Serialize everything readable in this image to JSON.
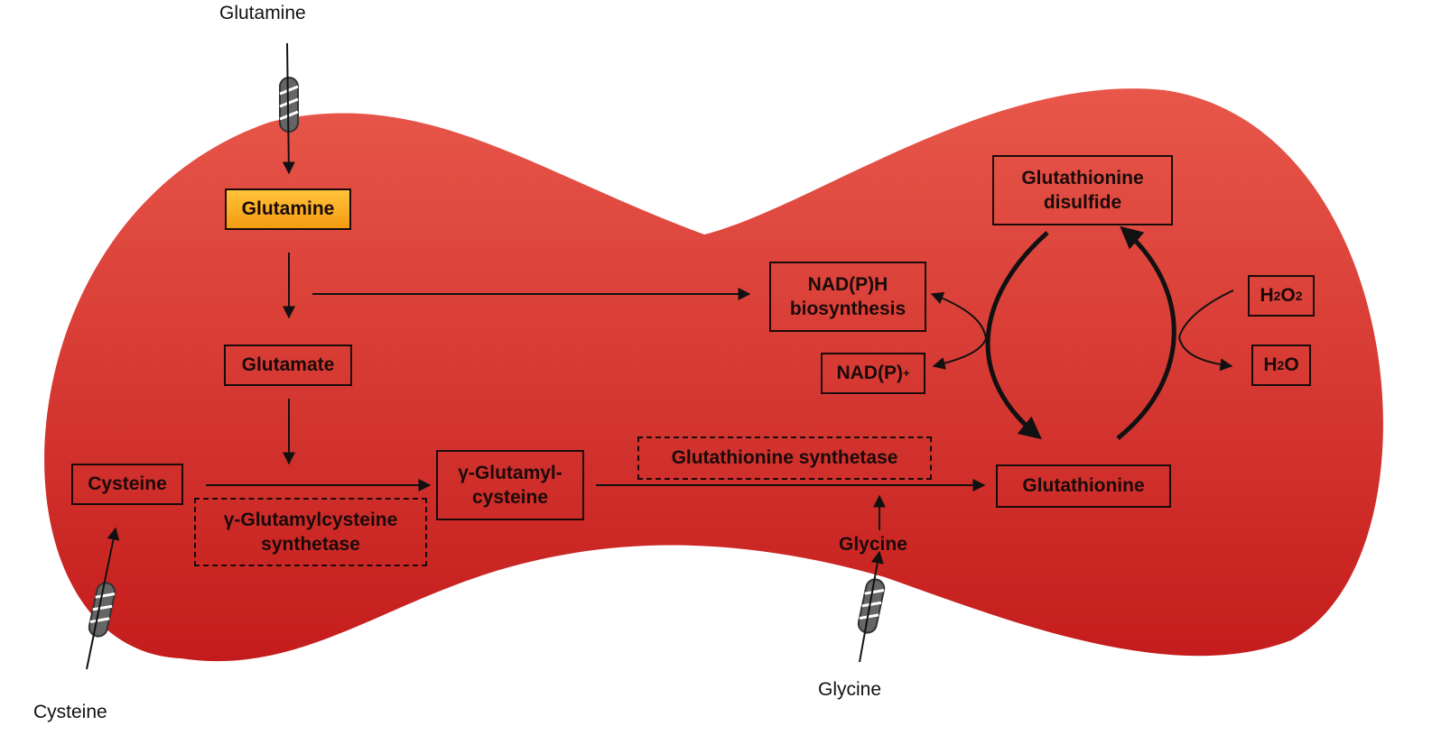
{
  "outside_labels": {
    "glutamine": "Glutamine",
    "cysteine": "Cysteine",
    "glycine": "Glycine"
  },
  "nodes": {
    "glutamine": "Glutamine",
    "glutamate": "Glutamate",
    "cysteine": "Cysteine",
    "gamma_glutamylcysteine_synthetase": "γ-Glutamylcysteine\nsynthetase",
    "gamma_glutamylcysteine": "γ-Glutamyl-\ncysteine",
    "glutathione_synthetase": "Glutathionine synthetase",
    "glutathione": "Glutathionine",
    "glutathione_disulfide": "Glutathionine\ndisulfide",
    "nadph_biosynthesis": "NAD(P)H\nbiosynthesis",
    "nadp_plus": {
      "base": "NAD(P)",
      "sup": "+"
    },
    "h2o2": {
      "a": "H",
      "sub1": "2",
      "b": "O",
      "sub2": "2"
    },
    "h2o": {
      "a": "H",
      "sub1": "2",
      "b": "O"
    }
  },
  "glycine_inner": "Glycine",
  "colors": {
    "cell_top": "#e8574a",
    "cell_bottom": "#c41c1c",
    "highlight_top": "#ffc23a",
    "highlight_bottom": "#f39c12",
    "ink": "#1a0a0a"
  }
}
